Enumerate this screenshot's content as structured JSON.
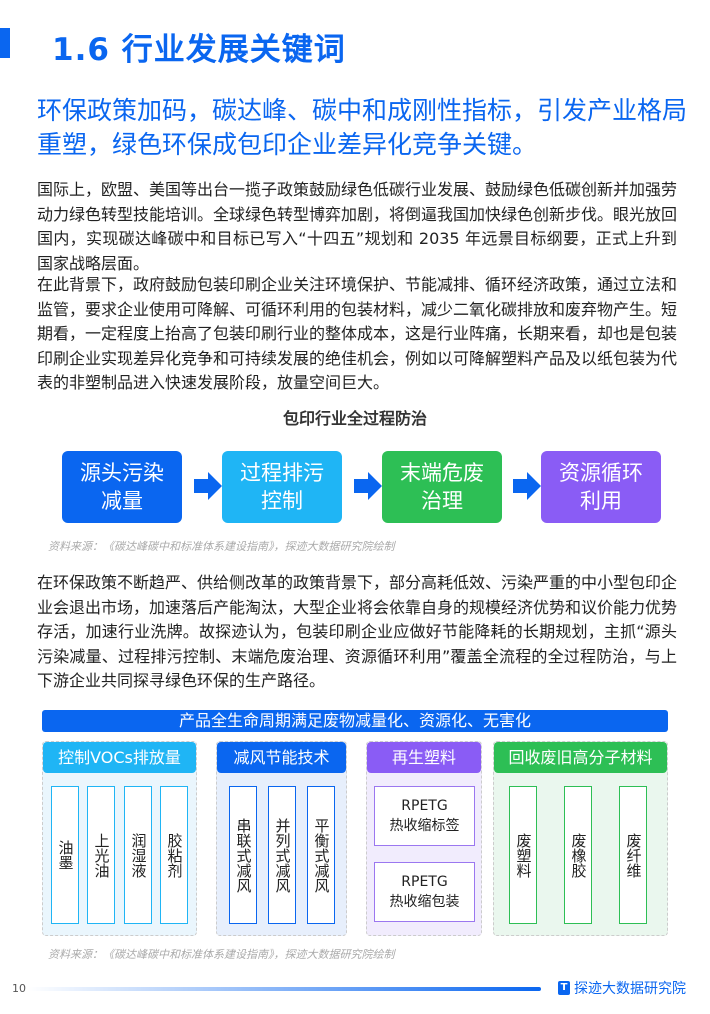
{
  "header": {
    "title": "1.6 行业发展关键词",
    "subtitle": "环保政策加码，碳达峰、碳中和成刚性指标，引发产业格局重塑，绿色环保成包印企业差异化竞争关键。"
  },
  "body": {
    "p1": "国际上，欧盟、美国等出台一揽子政策鼓励绿色低碳行业发展、鼓励绿色低碳创新并加强劳动力绿色转型技能培训。全球绿色转型博弈加剧，将倒逼我国加快绿色创新步伐。眼光放回国内，实现碳达峰碳中和目标已写入“十四五”规划和 2035 年远景目标纲要，正式上升到国家战略层面。",
    "p2": "在此背景下，政府鼓励包装印刷企业关注环境保护、节能减排、循环经济政策，通过立法和监管，要求企业使用可降解、可循环利用的包装材料，减少二氧化碳排放和废弃物产生。短期看，一定程度上抬高了包装印刷行业的整体成本，这是行业阵痛，长期来看，却也是包装印刷企业实现差异化竞争和可持续发展的绝佳机会，例如以可降解塑料产品及以纸包装为代表的非塑制品进入快速发展阶段，放量空间巨大。",
    "p3": "在环保政策不断趋严、供给侧改革的政策背景下，部分高耗低效、污染严重的中小型包印企业会退出市场，加速落后产能淘汰，大型企业将会依靠自身的规模经济优势和议价能力优势存活，加速行业洗牌。故探迹认为，包装印刷企业应做好节能降耗的长期规划，主抓“源头污染减量、过程排污控制、末端危废治理、资源循环利用”覆盖全流程的全过程防治，与上下游企业共同探寻绿色环保的生产路径。"
  },
  "flow": {
    "title": "包印行业全过程防治",
    "steps": [
      "源头污染减量",
      "过程排污控制",
      "末端危废治理",
      "资源循环利用"
    ],
    "colors": [
      "#0a66f0",
      "#1fb5f5",
      "#2dbf55",
      "#8a5cf5"
    ],
    "source": "资料来源：《碳达峰碳中和标准体系建设指南》，探迹大数据研究院绘制"
  },
  "lifecycle": {
    "banner": "产品全生命周期满足废物减量化、资源化、无害化",
    "columns": [
      {
        "title": "控制VOCs排放量",
        "items": [
          "油墨",
          "上光油",
          "润湿液",
          "胶粘剂"
        ]
      },
      {
        "title": "减风节能技术",
        "items": [
          "串联式减风",
          "并列式减风",
          "平衡式减风"
        ]
      },
      {
        "title": "再生塑料",
        "items": [
          [
            "RPETG",
            "热收缩标签"
          ],
          [
            "RPETG",
            "热收缩包装"
          ]
        ]
      },
      {
        "title": "回收废旧高分子材料",
        "items": [
          "废塑料",
          "废橡胶",
          "废纤维"
        ]
      }
    ],
    "source": "资料来源：《碳达峰碳中和标准体系建设指南》，探迹大数据研究院绘制"
  },
  "footer": {
    "page": "10",
    "brand": "探迹大数据研究院",
    "brand_icon": "T"
  }
}
